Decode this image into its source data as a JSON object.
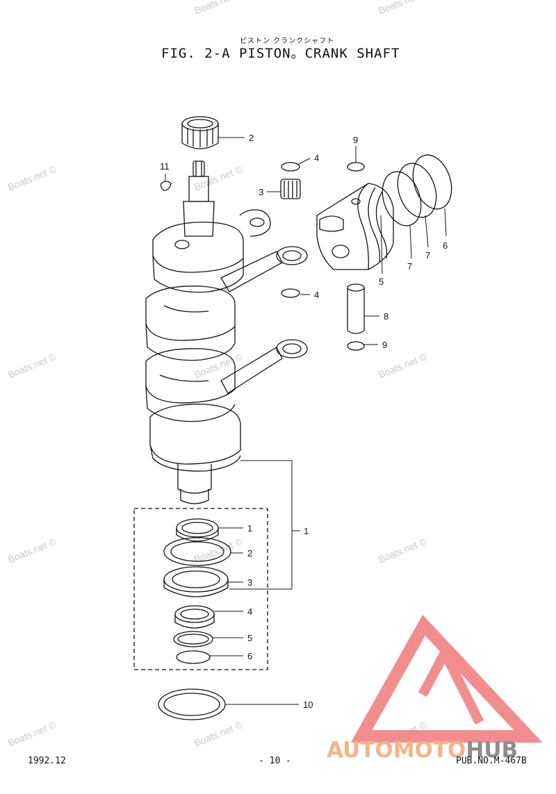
{
  "header": {
    "japanese_caption": "ピストン クランクシャフト",
    "title": "FIG.  2-A PISTON。CRANK SHAFT"
  },
  "watermarks": [
    "Boats.net ©",
    "Boats.net ©",
    "Boats.net ©",
    "Boats.net ©",
    "Boats.net ©",
    "Boats.net ©",
    "Boats.net ©",
    "Boats.net ©",
    "Boats.net ©",
    "Boats.net ©",
    "Boats.net ©",
    "Boats.net ©",
    "Boats.net ©"
  ],
  "callouts": {
    "upper": [
      "2",
      "11",
      "3",
      "4",
      "4",
      "9",
      "9",
      "5",
      "6",
      "7",
      "7",
      "8"
    ],
    "kit": [
      "1",
      "1",
      "2",
      "3",
      "4",
      "5",
      "6"
    ],
    "bottom": [
      "10"
    ]
  },
  "footer": {
    "date": "1992.12",
    "page": "- 10 -",
    "pub": "PUB.NO.M-467B"
  },
  "logo": {
    "part1": "AUTOMOTO",
    "part2": "HUB",
    "color_primary": "#f4b487",
    "color_secondary": "#8d8d8d",
    "triangle_color": "#f07a7a"
  }
}
